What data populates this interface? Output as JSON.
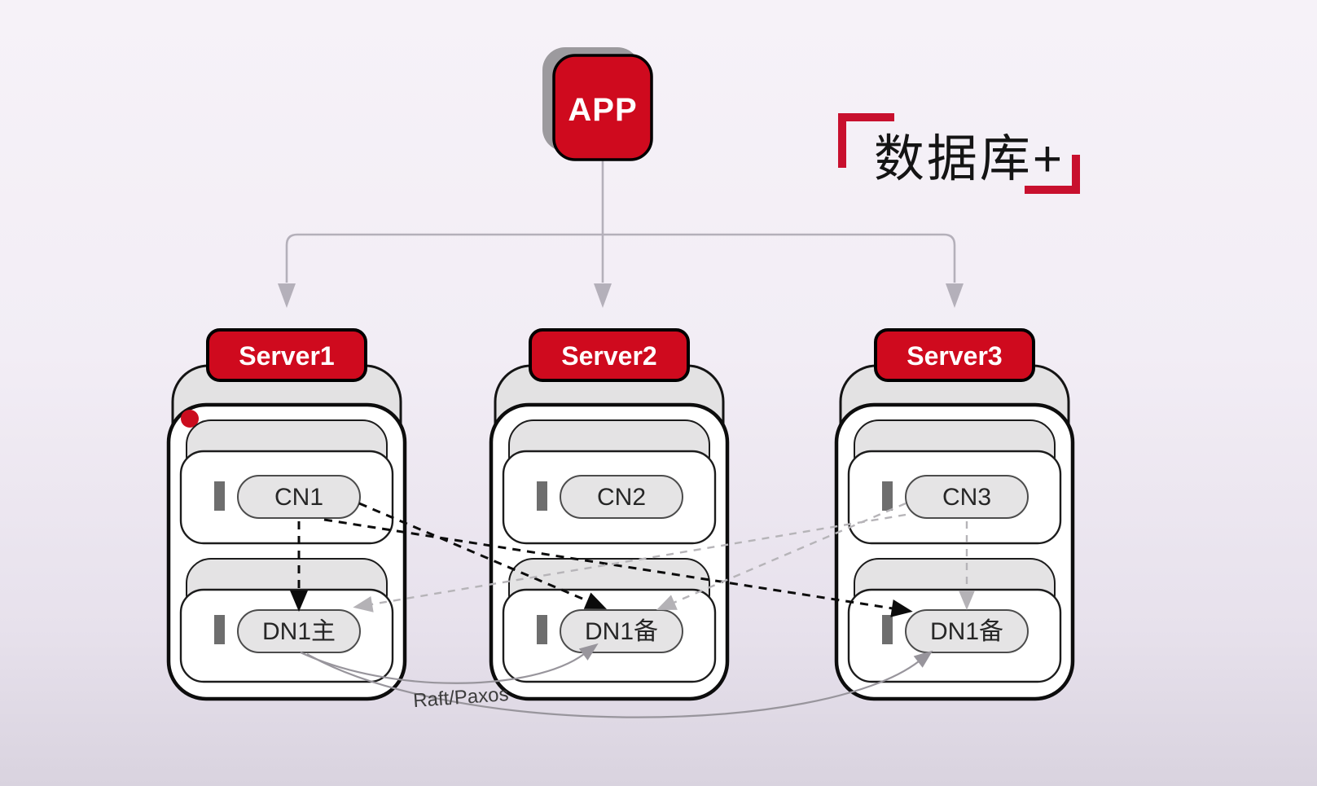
{
  "app": {
    "label": "APP"
  },
  "brand": {
    "text": "数据库+"
  },
  "servers": [
    {
      "name": "Server1",
      "cn": "CN1",
      "dn": "DN1主",
      "has_status_dot": true
    },
    {
      "name": "Server2",
      "cn": "CN2",
      "dn": "DN1备",
      "has_status_dot": false
    },
    {
      "name": "Server3",
      "cn": "CN3",
      "dn": "DN1备",
      "has_status_dot": false
    }
  ],
  "labels": {
    "replication": "Raft/Paxos"
  },
  "colors": {
    "node_red": "#cf0a1e",
    "bracket_red": "#c8102e",
    "status_dot_red": "#cb0c1e",
    "black_line": "#0c0c0c",
    "gray_dashed_line": "#b6b4b8",
    "gray_solid_line": "#98959c",
    "tree_line": "#b4b0ba"
  }
}
